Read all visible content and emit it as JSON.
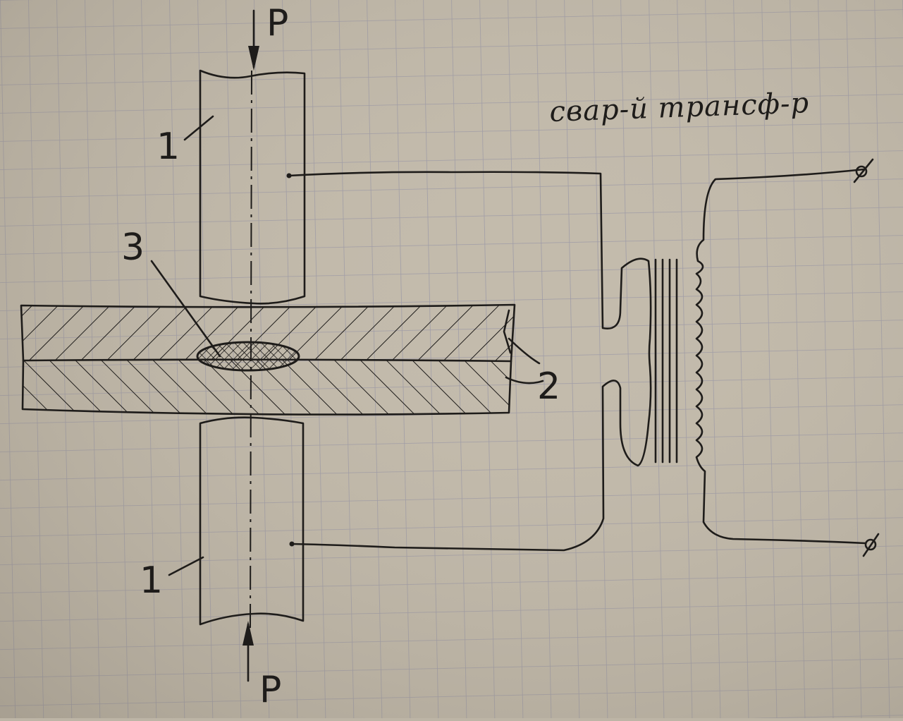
{
  "title": "свар-й трансф-р",
  "labels": {
    "force_top": "P",
    "force_bottom": "P",
    "electrode_top": "1",
    "electrode_bottom": "1",
    "plates": "2",
    "nugget": "3"
  },
  "colors": {
    "paper": "#c3bbac",
    "grid": "#9d9aa6",
    "ink": "#1e1c1a"
  }
}
